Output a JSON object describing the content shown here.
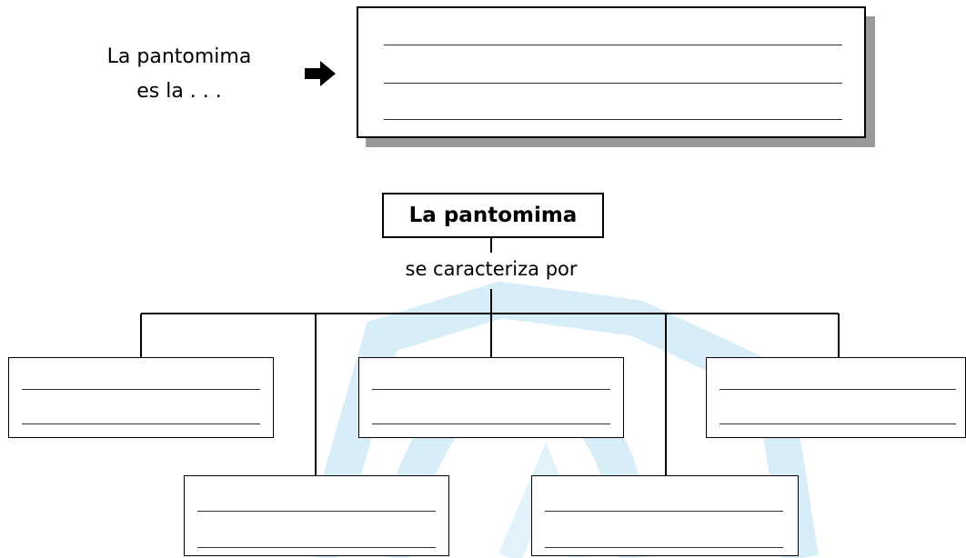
{
  "prompt": {
    "line1": "La pantomima",
    "line2": "es la . . ."
  },
  "diagram": {
    "title": "La pantomima",
    "connector": "se caracteriza por"
  },
  "icons": {
    "arrow": "right-arrow-icon"
  },
  "colors": {
    "watermark": "#cfe9f7",
    "shadow": "#999999",
    "stroke": "#000000"
  }
}
